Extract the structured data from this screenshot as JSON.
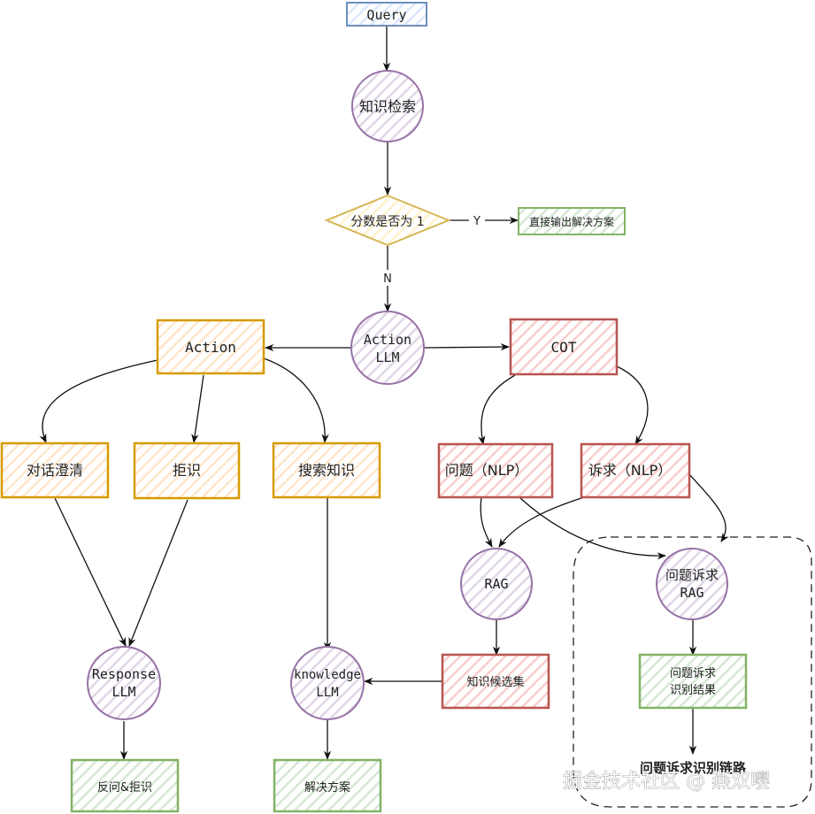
{
  "nodes": {
    "query": "Query",
    "knowledge_search": "知识检索",
    "score_check": "分数是否为 1",
    "direct_output": "直接输出解决方案",
    "action_llm": [
      "Action",
      "LLM"
    ],
    "action": "Action",
    "cot": "COT",
    "clarify": "对话澄清",
    "reject": "拒识",
    "search_knowledge": "搜索知识",
    "problem_nlp": "问题（NLP）",
    "appeal_nlp": "诉求（NLP）",
    "rag": "RAG",
    "appeal_rag": [
      "问题诉求",
      "RAG"
    ],
    "knowledge_candidates": "知识候选集",
    "appeal_result": [
      "问题诉求",
      "识别结果"
    ],
    "response_llm": [
      "Response",
      "LLM"
    ],
    "knowledge_llm": [
      "knowledge",
      "LLM"
    ],
    "ask_back_reject": "反问&拒识",
    "solution": "解决方案"
  },
  "edge_labels": {
    "yes": "Y",
    "no": "N"
  },
  "group_label": "问题诉求识别链路",
  "watermark": "掘金技术社区 @ 燕双嘤",
  "colors": {
    "blue": "#6c8ebf",
    "blue_fill": "#dae8fc",
    "purple": "#9673a6",
    "purple_fill": "#e1d5e7",
    "yellow": "#d6b656",
    "yellow_fill": "#fff2cc",
    "orange": "#d79b00",
    "orange_fill": "#ffe6cc",
    "red": "#b85450",
    "red_fill": "#f8cecc",
    "green": "#82b366",
    "green_fill": "#d5e8d4"
  }
}
